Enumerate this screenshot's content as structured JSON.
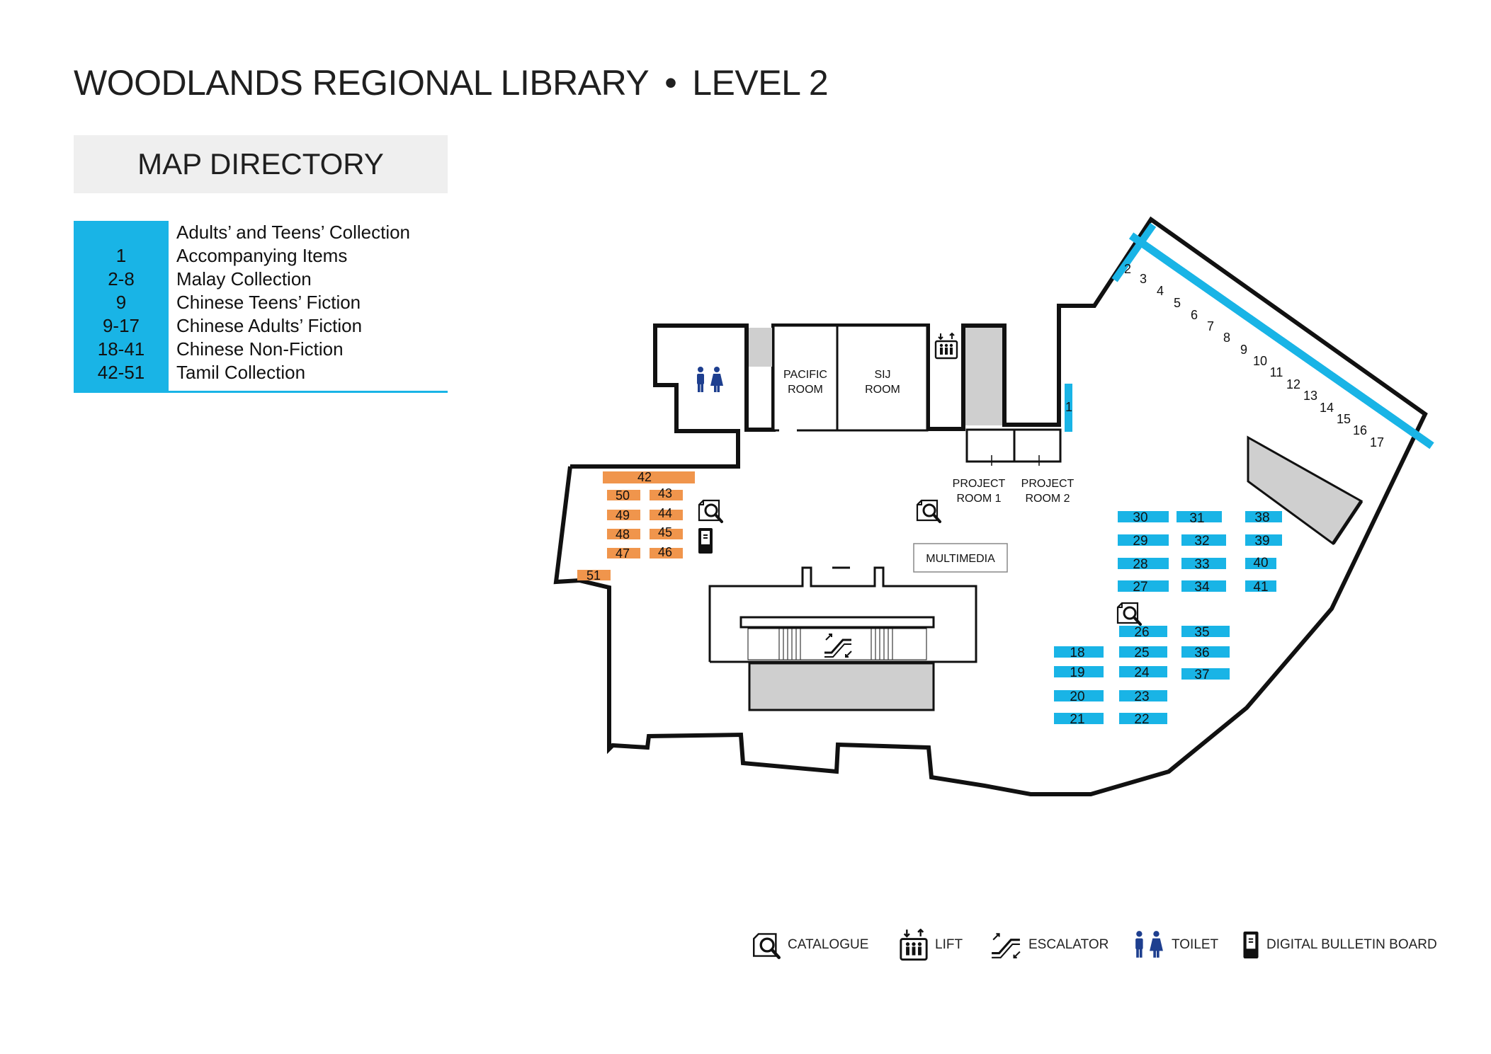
{
  "title": {
    "library": "WOODLANDS REGIONAL LIBRARY",
    "separator": "•",
    "level": "LEVEL 2"
  },
  "directory": {
    "header": "MAP DIRECTORY",
    "rows": [
      {
        "code": "",
        "label": "Adults’ and Teens’ Collection"
      },
      {
        "code": "1",
        "label": "Accompanying Items"
      },
      {
        "code": "2-8",
        "label": "Malay Collection"
      },
      {
        "code": "9",
        "label": "Chinese Teens’ Fiction"
      },
      {
        "code": "9-17",
        "label": "Chinese Adults’ Fiction"
      },
      {
        "code": "18-41",
        "label": "Chinese Non-Fiction"
      },
      {
        "code": "42-51",
        "label": "Tamil Collection"
      }
    ]
  },
  "rooms": {
    "pacific_1": "PACIFIC",
    "pacific_2": "ROOM",
    "sij_1": "SIJ",
    "sij_2": "ROOM",
    "project1_1": "PROJECT",
    "project1_2": "ROOM 1",
    "project2_1": "PROJECT",
    "project2_2": "ROOM 2",
    "multimedia": "MULTIMEDIA"
  },
  "shelves": {
    "s1": "1",
    "s2": "2",
    "s3": "3",
    "s4": "4",
    "s5": "5",
    "s6": "6",
    "s7": "7",
    "s8": "8",
    "s9": "9",
    "s10": "10",
    "s11": "11",
    "s12": "12",
    "s13": "13",
    "s14": "14",
    "s15": "15",
    "s16": "16",
    "s17": "17",
    "s18": "18",
    "s19": "19",
    "s20": "20",
    "s21": "21",
    "s22": "22",
    "s23": "23",
    "s24": "24",
    "s25": "25",
    "s26": "26",
    "s27": "27",
    "s28": "28",
    "s29": "29",
    "s30": "30",
    "s31": "31",
    "s32": "32",
    "s33": "33",
    "s34": "34",
    "s35": "35",
    "s36": "36",
    "s37": "37",
    "s38": "38",
    "s39": "39",
    "s40": "40",
    "s41": "41",
    "s42": "42",
    "s43": "43",
    "s44": "44",
    "s45": "45",
    "s46": "46",
    "s47": "47",
    "s48": "48",
    "s49": "49",
    "s50": "50",
    "s51": "51"
  },
  "legend": {
    "catalogue": "CATALOGUE",
    "lift": "LIFT",
    "escalator": "ESCALATOR",
    "toilet": "TOILET",
    "digital_bulletin_board": "DIGITAL BULLETIN BOARD"
  },
  "colors": {
    "chinese_collection": "#19b4e6",
    "tamil_collection": "#f0954c",
    "toilet_icon": "#1e3f8f",
    "service_area": "#cfcfcf",
    "wall": "#111111"
  },
  "icons": [
    "catalogue-icon",
    "lift-icon",
    "escalator-icon",
    "toilet-icon",
    "digital-bulletin-board-icon"
  ]
}
